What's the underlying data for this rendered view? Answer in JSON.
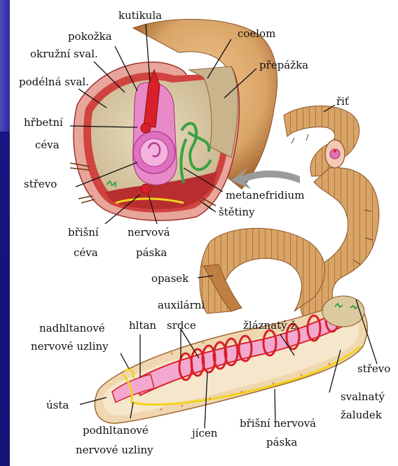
{
  "colors": {
    "background": "#15157f",
    "panel": "#ffffff",
    "worm_body": "#d9a467",
    "worm_dark": "#a86b33",
    "vessel_red": "#d8202a",
    "pharynx_pink": "#e88ac8",
    "nephridium_green": "#3aa241",
    "nerve_yellow": "#f1d31c",
    "arrow_gray": "#9a9a9a"
  },
  "labels": {
    "kutikula": "kutikula",
    "pokozka": "pokožka",
    "okruzni_sval": "okružní sval.",
    "podelna_sval": "podélná sval.",
    "coelom": "coelom",
    "prepazka": "přepážka",
    "rit": "řiť",
    "hrbetni_1": "hřbetní",
    "hrbetni_2": "céva",
    "strevo_top": "střevo",
    "metanefridium": "metanefridium",
    "stetiny": "štětiny",
    "brisni_cev_1": "břišní",
    "brisni_cev_2": "céva",
    "nervova_1": "nervová",
    "nervova_2": "páska",
    "opasek": "opasek",
    "auxilarni_1": "auxilárni",
    "auxilarni_2": "srdce",
    "hltan": "hltan",
    "zlaznaty": "žláznatý ž.",
    "nadhltanove_1": "nadhltanové",
    "nadhltanove_2": "nervové uzliny",
    "strevo_bottom": "střevo",
    "svalnaty_1": "svalnatý",
    "svalnaty_2": "žaludek",
    "usta": "ústa",
    "podhltanove_1": "podhltanové",
    "podhltanove_2": "nervové uzliny",
    "jicen": "jícen",
    "brisni_nervova_1": "břišní nervová",
    "brisni_nervova_2": "páska"
  }
}
